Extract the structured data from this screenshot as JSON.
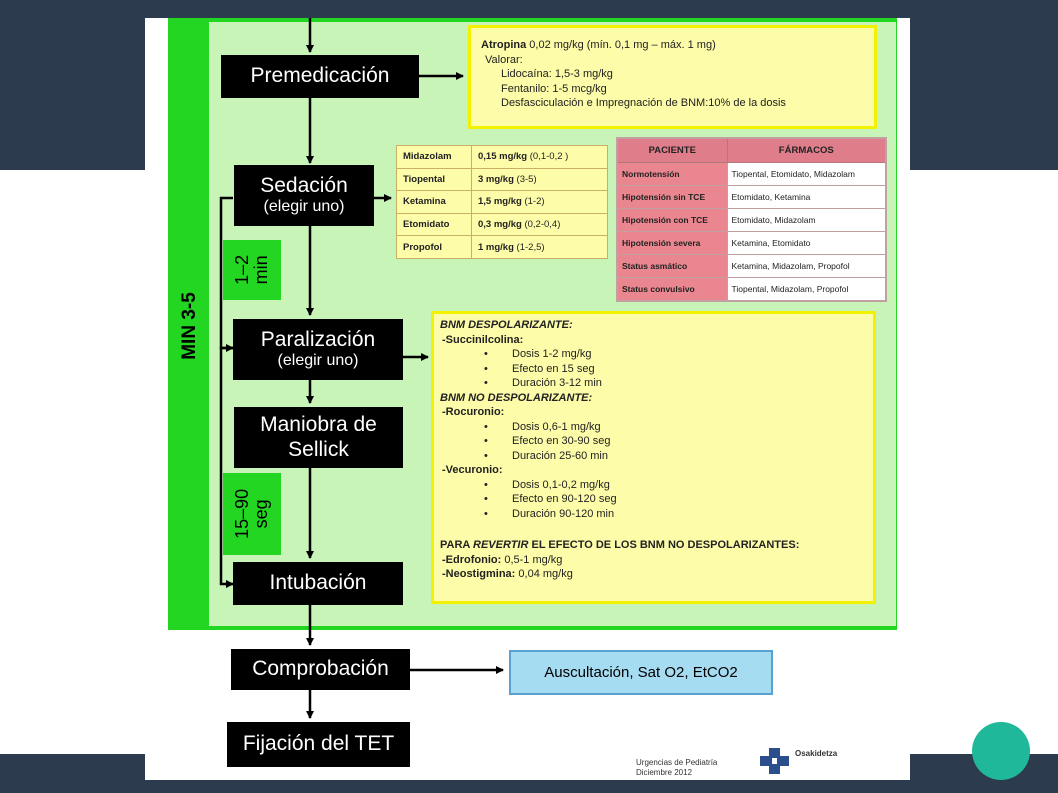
{
  "outer_label": "MIN 3-5",
  "steps": {
    "premedicacion": {
      "label": "Premedicación"
    },
    "sedacion": {
      "label": "Sedación",
      "sub": "(elegir uno)"
    },
    "paralizacion": {
      "label": "Paralización",
      "sub": "(elegir uno)"
    },
    "sellick": {
      "line1": "Maniobra de",
      "line2": "Sellick"
    },
    "intubacion": {
      "label": "Intubación"
    },
    "comprobacion": {
      "label": "Comprobación"
    },
    "fijacion": {
      "label": "Fijación del TET"
    }
  },
  "timers": {
    "t1": {
      "line1": "1–2",
      "line2": "min"
    },
    "t2": {
      "line1": "15–90",
      "line2": "seg"
    }
  },
  "premed_note": {
    "atropina_name": "Atropina",
    "atropina_dose": " 0,02 mg/kg (mín. 0,1 mg – máx. 1 mg)",
    "valorar": "Valorar:",
    "lidocaina": "Lidocaína: 1,5-3 mg/kg",
    "fentanilo": "Fentanilo: 1-5 mcg/kg",
    "desfasciculacion": "Desfasciculación e Impregnación de BNM:10% de la dosis"
  },
  "sedation_drugs": [
    {
      "name": "Midazolam",
      "dose": "0,15 mg/kg",
      "range": " (0,1-0,2 )"
    },
    {
      "name": "Tiopental",
      "dose": "3 mg/kg",
      "range": " (3-5)"
    },
    {
      "name": "Ketamina",
      "dose": "1,5 mg/kg",
      "range": " (1-2)"
    },
    {
      "name": "Etomidato",
      "dose": "0,3 mg/kg",
      "range": " (0,2-0,4)"
    },
    {
      "name": "Propofol",
      "dose": "1 mg/kg",
      "range": " (1-2,5)"
    }
  ],
  "patient_table": {
    "headers": [
      "PACIENTE",
      "FÁRMACOS"
    ],
    "rows": [
      {
        "paciente": "Normotensión",
        "farmacos": "Tiopental, Etomidato, Midazolam"
      },
      {
        "paciente": "Hipotensión sin TCE",
        "farmacos": "Etomidato, Ketamina"
      },
      {
        "paciente": "Hipotensión con TCE",
        "farmacos": "Etomidato, Midazolam"
      },
      {
        "paciente": "Hipotensión severa",
        "farmacos": "Ketamina, Etomidato"
      },
      {
        "paciente": "Status asmático",
        "farmacos": "Ketamina, Midazolam, Propofol"
      },
      {
        "paciente": "Status convulsivo",
        "farmacos": "Tiopental, Midazolam, Propofol"
      }
    ]
  },
  "bnm_note": {
    "despol_title": "BNM DESPOLARIZANTE:",
    "succ_title": "-Succinilcolina:",
    "succ_items": [
      "Dosis 1-2 mg/kg",
      "Efecto en 15 seg",
      "Duración 3-12 min"
    ],
    "nodespol_title": "BNM NO DESPOLARIZANTE:",
    "roc_title": "-Rocuronio:",
    "roc_items": [
      "Dosis 0,6-1 mg/kg",
      "Efecto en 30-90 seg",
      "Duración 25-60 min"
    ],
    "vec_title": "-Vecuronio:",
    "vec_items": [
      "Dosis 0,1-0,2 mg/kg",
      "Efecto en 90-120 seg",
      "Duración 90-120 min"
    ],
    "revert_pre": "PARA ",
    "revert_word": "REVERTIR",
    "revert_post": " EL EFECTO DE LOS BNM NO DESPOLARIZANTES:",
    "edro_name": "-Edrofonio:",
    "edro_dose": " 0,5-1 mg/kg",
    "neo_name": "-Neostigmina:",
    "neo_dose": " 0,04 mg/kg"
  },
  "check_result": "Auscultación, Sat O2, EtCO2",
  "footer": {
    "line1": "Urgencias de Pediatría",
    "line2": "Diciembre 2012",
    "brand": "Osakidetza"
  }
}
